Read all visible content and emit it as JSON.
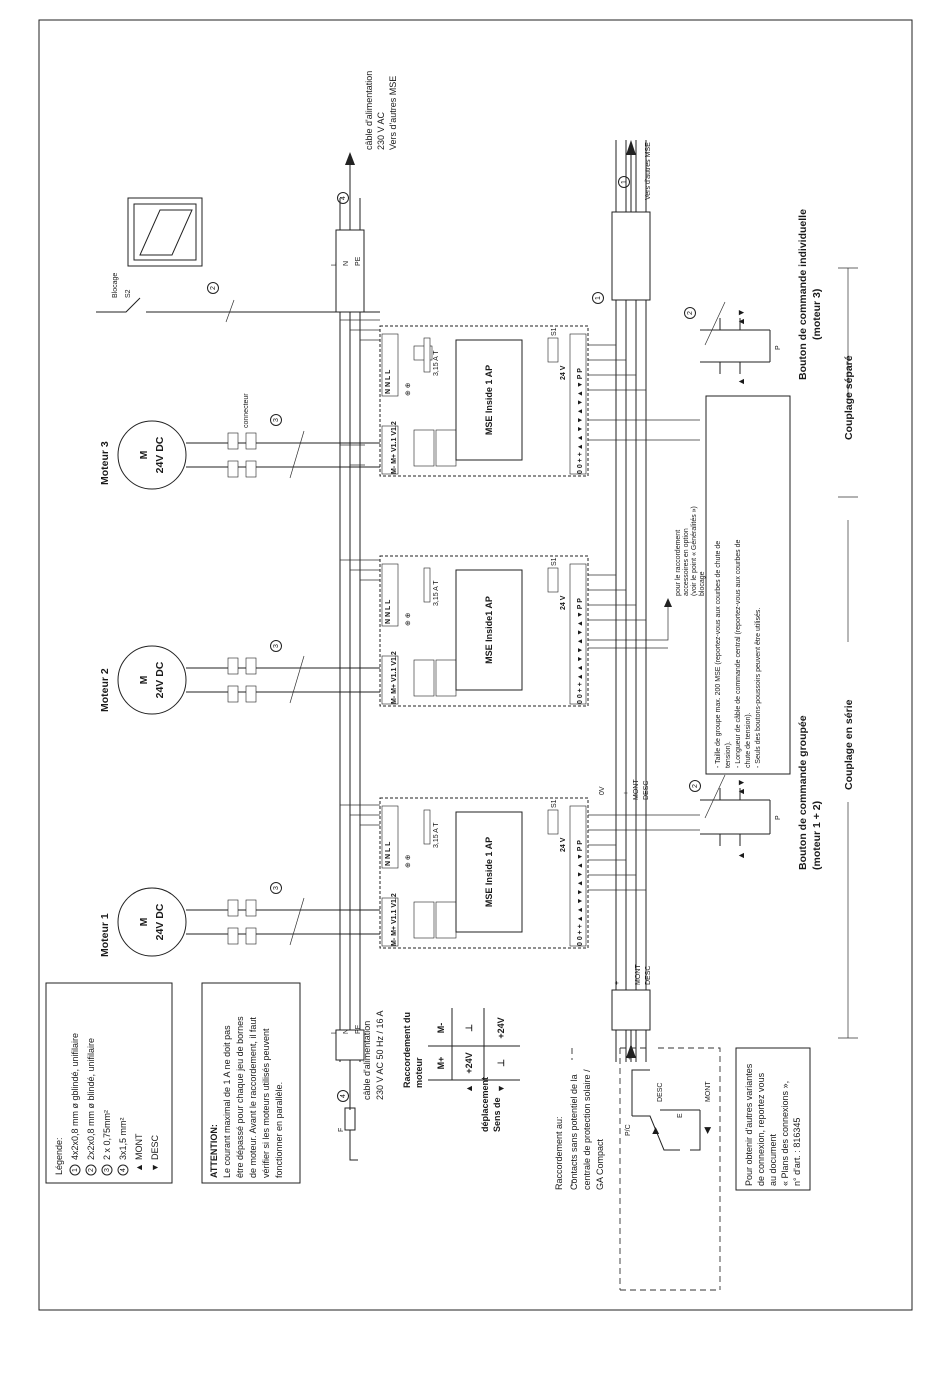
{
  "motors": [
    {
      "title": "Moteur 1",
      "m": "M",
      "volt": "24V DC"
    },
    {
      "title": "Moteur 2",
      "m": "M",
      "volt": "24V DC"
    },
    {
      "title": "Moteur 3",
      "m": "M",
      "volt": "24V DC"
    }
  ],
  "connecteur": "connecteur",
  "modules": {
    "names": [
      "MSE Inside 1 AP",
      "MSE Inside1 AP",
      "MSE Inside 1 AP"
    ],
    "fuse": "3,15 A T",
    "s1": "S1",
    "nl": "N N L L",
    "v24": "24 V",
    "pe": "⊕ ⊕",
    "motor_terms": "M- M+ V1.1 V1.2",
    "bottom_terms": "0 0 + + ▲ ▲ ▼ ▼ ▲ ▼ ▲ ▼ P P",
    "arrows": "▲ ▼ ▲ ▼"
  },
  "numbers": {
    "one": "1",
    "two": "2",
    "three": "3",
    "four": "4"
  },
  "wires": {
    "l": "L",
    "n": "N",
    "pe": "PE",
    "p": "P",
    "plus": "+",
    "zero_v": "0V",
    "mont": "MONT",
    "desc": "DESC",
    "e": "E",
    "pc": "P/C",
    "f": "F",
    "s2": "S2"
  },
  "power_top": {
    "line1": "câble d'alimentation",
    "line2": "230 V AC",
    "line3": "Vers d'autres MSE"
  },
  "power_bottom": {
    "line1": "câble d'alimentation",
    "line2": "230 V AC 50 Hz / 16 A"
  },
  "vers_autres": "Vers d'autres MSE",
  "blocage": "Blocage",
  "accessoires": {
    "line1": "pour le raccordement",
    "line2": "accessoires en option",
    "line3": "(voir le point « Généralités »)",
    "line4": "blocage"
  },
  "notes": [
    "- Taille de groupe max. 200 MSE (reportez-vous aux courbes de chute de",
    "  tension).",
    "- Longueur de câble de commande central (reportez-vous aux courbes de",
    "  chute de tension).",
    "- Seuls des boutons-poussoirs peuvent être utilisés."
  ],
  "bouton_individuelle": {
    "line1": "Bouton de commande individuelle",
    "line2": "(moteur 3)"
  },
  "bouton_groupee": {
    "line1": "Bouton de commande groupée",
    "line2": "(moteur 1 + 2)"
  },
  "couplage_separe": "Couplage séparé",
  "couplage_serie": "Couplage en série",
  "legend": {
    "title": "Légende:",
    "items": [
      "4x2x0,8 mm ø gblindé, unifilaire",
      "2x2x0,8 mm ø blindé, unifilaire",
      "2 x 0,75mm²",
      "3x1,5 mm²"
    ],
    "mont": "MONT",
    "desc": "DESC"
  },
  "attention": {
    "title": "ATTENTION:",
    "lines": [
      "Le courant maximal de 1 A ne doit pas",
      "être dépassé pour chaque jeu de bornes",
      "de moteur. Avant le raccordement, il faut",
      "vérifier si les moteurs utilisés peuvent",
      "fonctionner en parallèle."
    ]
  },
  "raccordement_moteur": {
    "title1": "Raccordement du",
    "title2": "moteur",
    "sens1": "Sens de",
    "sens2": "déplacement",
    "col_mplus": "M+",
    "col_mminus": "M-",
    "v24": "+24V",
    "gnd": "⊥"
  },
  "raccordement_au": {
    "title": "Raccordement au:",
    "lines": [
      "Contacts sans potentiel de la",
      "centrale de protection solaire /",
      "GA Compact"
    ]
  },
  "autres_variantes": {
    "lines": [
      "Pour obtenir d'autres variantes",
      "de connexion, reportez vous",
      "au document",
      "« Plans des connexions »,",
      "n° d'art. : 816345"
    ]
  }
}
